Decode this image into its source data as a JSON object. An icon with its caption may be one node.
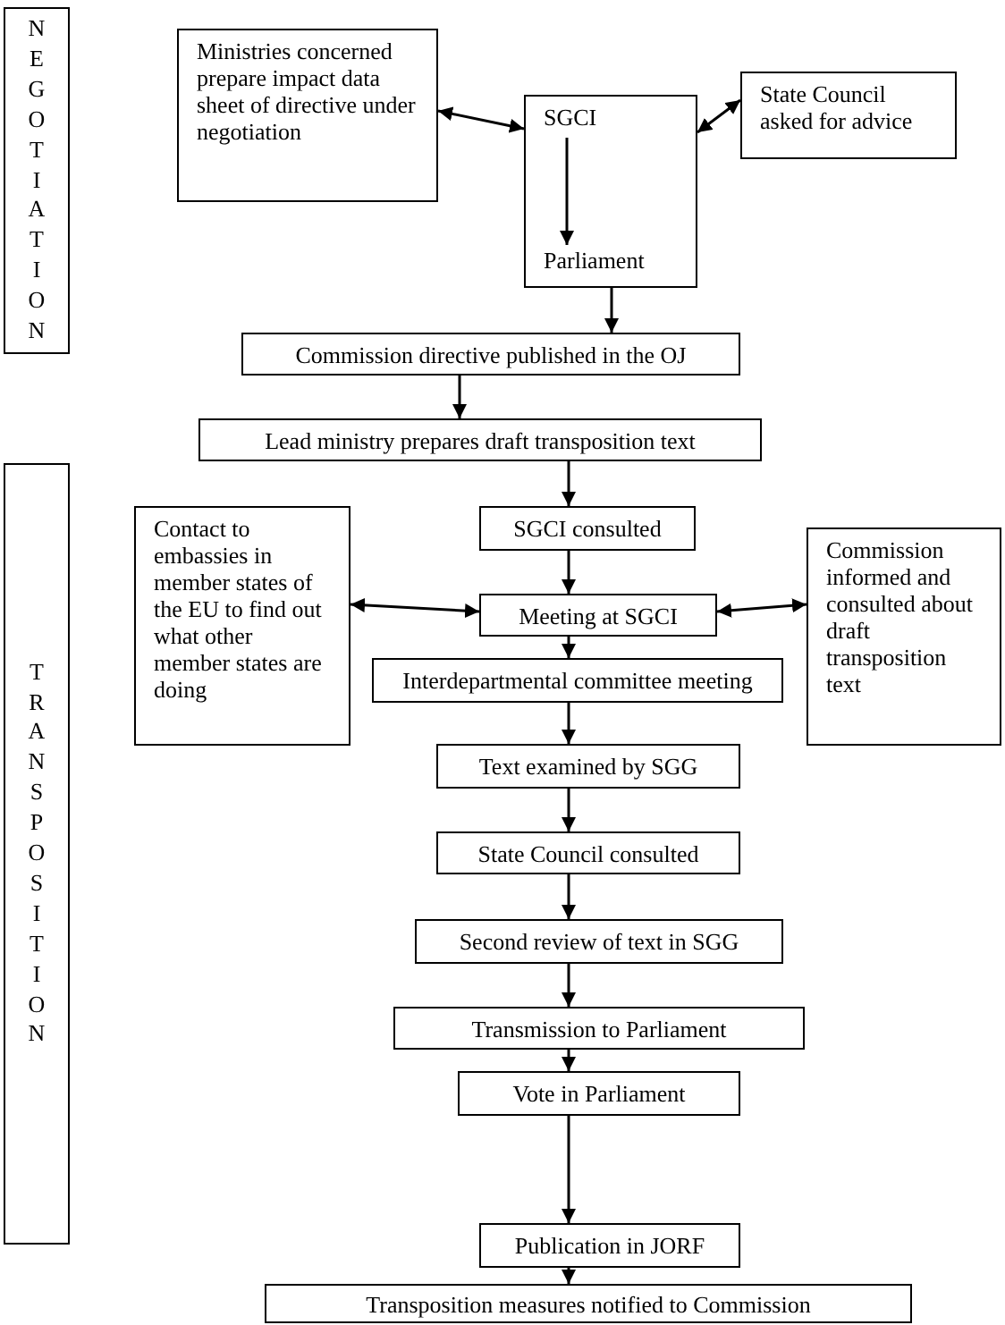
{
  "diagram": {
    "nodes": [
      {
        "text": [
          "NEGOTIATION"
        ]
      },
      {
        "text": [
          "Ministries concerned prepare impact data sheet of directive under negotiation"
        ]
      },
      {
        "text": [],
        "shape": "box"
      },
      {
        "text": [
          "SGCI"
        ],
        "in": 2
      },
      {
        "text": [
          "Parliament"
        ],
        "in": 2
      },
      {
        "text": [
          "State Council asked for advice"
        ]
      },
      {
        "text": [
          "Commission directive published in the OJ"
        ]
      },
      {
        "text": [
          "Lead ministry prepares draft transposition text"
        ]
      },
      {
        "text": [
          "TRANSPOSITION"
        ]
      },
      {
        "text": [
          "Contact to embassies in member states of the EU to find out what other member states are doing"
        ]
      },
      {
        "text": [
          "SGCI consulted"
        ]
      },
      {
        "text": [
          "Commission informed and consulted about draft transposition text"
        ]
      },
      {
        "text": [
          "Meeting at SGCI"
        ]
      },
      {
        "text": [
          "Interdepartmental committee meeting"
        ]
      },
      {
        "text": [
          "Text examined by SGG"
        ]
      },
      {
        "text": [
          "State Council consulted"
        ]
      },
      {
        "text": [
          "Second review of text in SGG"
        ]
      },
      {
        "text": [
          "Transmission to Parliament"
        ]
      },
      {
        "text": [
          "Vote in Parliament"
        ]
      },
      {
        "text": [
          "Publication in JORF"
        ]
      },
      {
        "text": [
          "Transposition measures notified to Commission"
        ]
      }
    ],
    "edges": [
      {
        "from": 1,
        "to": 2,
        "arrow": "both"
      },
      {
        "from": 5,
        "to": 2,
        "arrow": "both"
      },
      {
        "from": 3,
        "to": 4,
        "arrow": "to"
      },
      {
        "from": 2,
        "to": 6,
        "arrow": "to"
      },
      {
        "from": 6,
        "to": 7,
        "arrow": "to"
      },
      {
        "from": 7,
        "to": 10,
        "arrow": "to"
      },
      {
        "from": 9,
        "to": 12,
        "arrow": "both"
      },
      {
        "from": 11,
        "to": 12,
        "arrow": "both"
      },
      {
        "from": 10,
        "to": 12,
        "arrow": "to"
      },
      {
        "from": 12,
        "to": 13,
        "arrow": "to"
      },
      {
        "from": 13,
        "to": 14,
        "arrow": "to"
      },
      {
        "from": 14,
        "to": 15,
        "arrow": "to"
      },
      {
        "from": 15,
        "to": 16,
        "arrow": "to"
      },
      {
        "from": 16,
        "to": 17,
        "arrow": "to"
      },
      {
        "from": 17,
        "to": 18,
        "arrow": "to"
      },
      {
        "from": 18,
        "to": 19,
        "arrow": "to"
      },
      {
        "from": 19,
        "to": 20,
        "arrow": "to"
      }
    ]
  }
}
